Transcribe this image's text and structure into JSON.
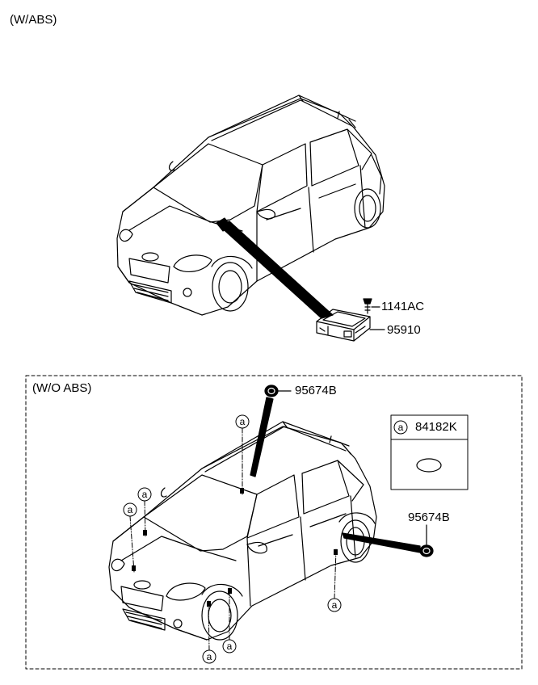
{
  "sections": {
    "with_abs": {
      "label": "(W/ABS)"
    },
    "without_abs": {
      "label": "(W/O ABS)"
    }
  },
  "parts": {
    "bolt": "1141AC",
    "control_unit": "95910",
    "plug_top": "95674B",
    "plug_side": "95674B"
  },
  "legend": {
    "marker": "a",
    "part": "84182K"
  },
  "callout_marker": "a",
  "callouts": [
    {
      "id": "roof",
      "letter": "a"
    },
    {
      "id": "hood-left",
      "letter": "a"
    },
    {
      "id": "hood-left-2",
      "letter": "a"
    },
    {
      "id": "front-wheel-left",
      "letter": "a"
    },
    {
      "id": "front-wheel-right",
      "letter": "a"
    },
    {
      "id": "rear-sill",
      "letter": "a"
    }
  ]
}
